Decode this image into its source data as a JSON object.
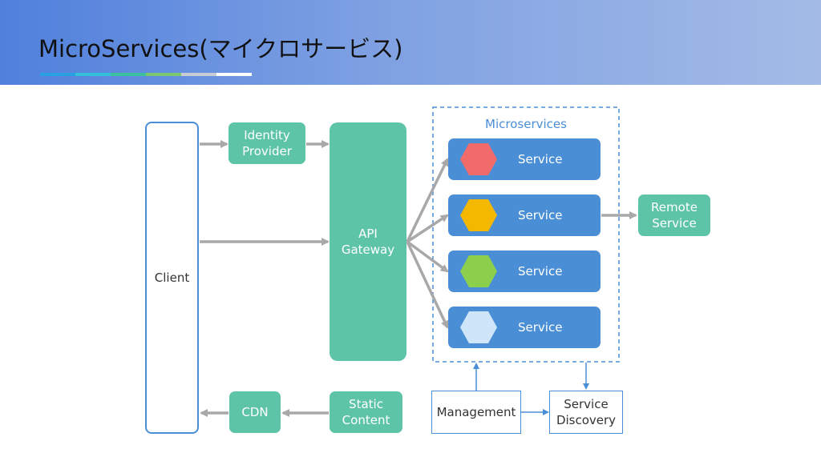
{
  "header": {
    "title": "MicroServices(マイクロサービス)"
  },
  "accent_colors": [
    "#2ba0e0",
    "#34c0d8",
    "#3cc0a0",
    "#7cc870",
    "#c8ccd4",
    "#ffffff"
  ],
  "diagram": {
    "client": "Client",
    "identity_provider": "Identity\nProvider",
    "api_gateway": "API\nGateway",
    "cdn": "CDN",
    "static_content": "Static\nContent",
    "microservices_label": "Microservices",
    "services": [
      {
        "label": "Service",
        "hex_color": "#f26b6b"
      },
      {
        "label": "Service",
        "hex_color": "#f5b800"
      },
      {
        "label": "Service",
        "hex_color": "#8ccf4d"
      },
      {
        "label": "Service",
        "hex_color": "#cfe6fa"
      }
    ],
    "remote_service": "Remote\nService",
    "management": "Management",
    "service_discovery": "Service\nDiscovery"
  }
}
